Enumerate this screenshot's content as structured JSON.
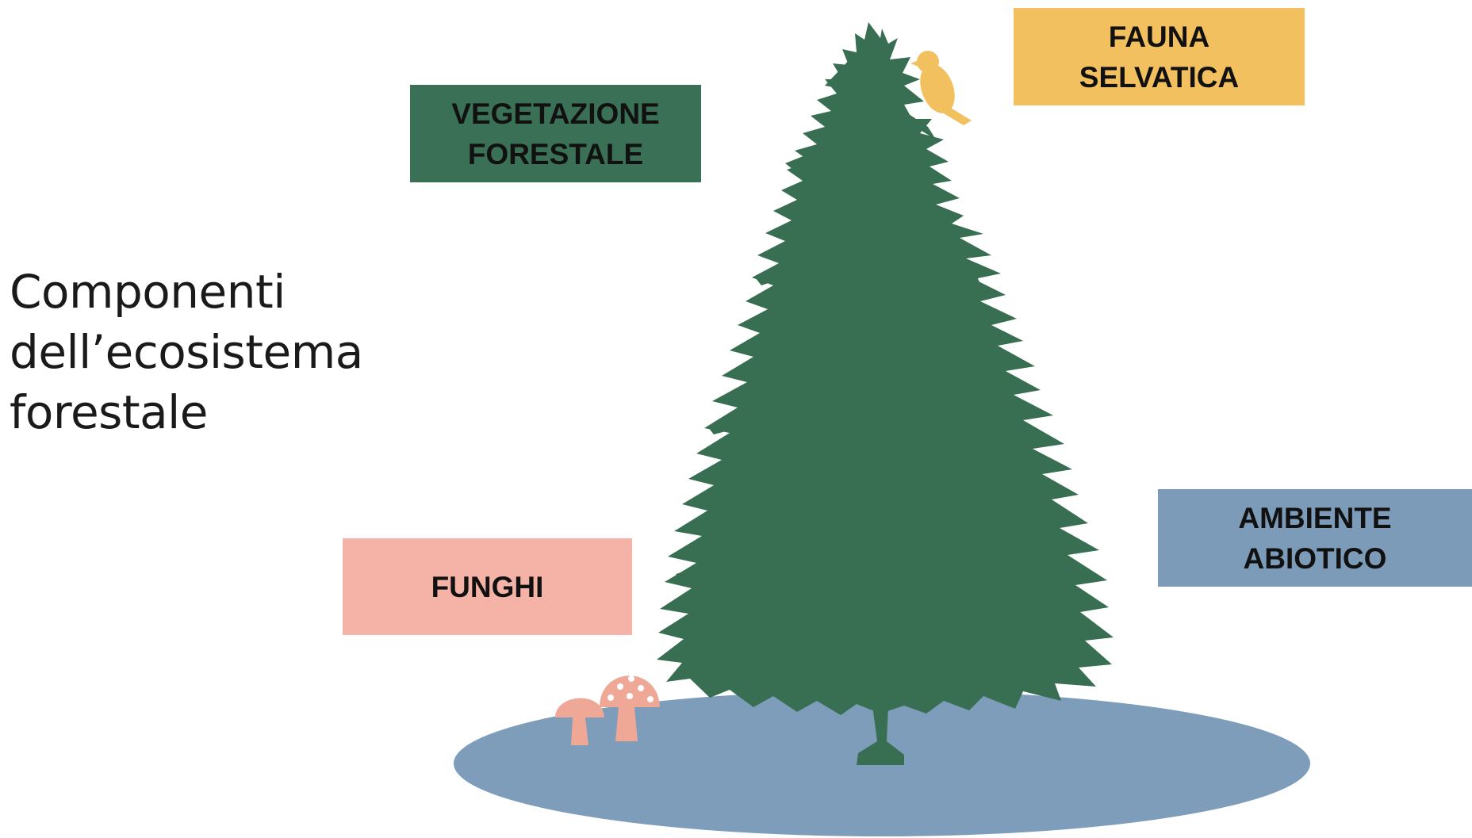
{
  "title": {
    "line1": "Componenti",
    "line2": "dell’ecosistema",
    "line3": "forestale"
  },
  "labels": {
    "vegetazione": {
      "line1": "VEGETAZIONE",
      "line2": "FORESTALE",
      "color": "#3a7055"
    },
    "fauna": {
      "line1": "FAUNA",
      "line2": "SELVATICA",
      "color": "#f2c05e"
    },
    "ambiente": {
      "line1": "AMBIENTE",
      "line2": "ABIOTICO",
      "color": "#7b9bb8"
    },
    "funghi": {
      "line1": "FUNGHI",
      "color": "#f4b3a6"
    }
  },
  "colors": {
    "tree": "#386f53",
    "ground": "#7e9dba",
    "bird": "#f2c05e",
    "mushroom": "#efa796"
  },
  "icons": [
    "spruce-tree-icon",
    "bird-icon",
    "mushroom-icon",
    "ground-ellipse"
  ]
}
